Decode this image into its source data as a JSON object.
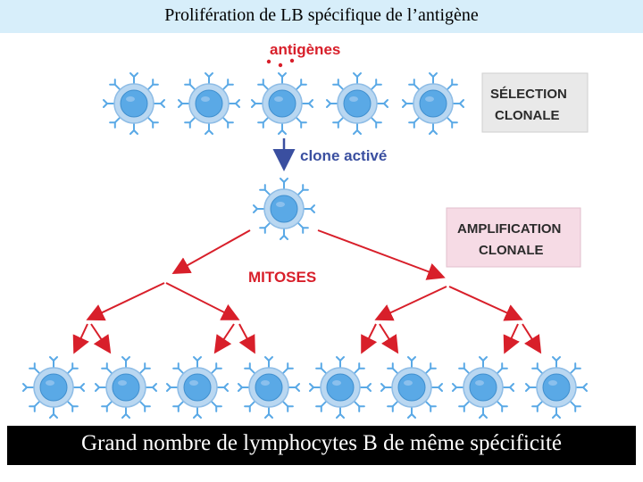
{
  "title": "Prolifération de LB spécifique de l’antigène",
  "diagram": {
    "antigens_label": "antigènes",
    "clone_label": "clone activé",
    "selection_box": [
      "SÉLECTION",
      "CLONALE"
    ],
    "amplification_box": [
      "AMPLIFICATION",
      "CLONALE"
    ],
    "mitoses_label": "MITOSES"
  },
  "caption": "Grand nombre de lymphocytes B de même spécificité",
  "colors": {
    "title_bar": "#d7eefa",
    "arrow_red": "#d81f2a",
    "label_blue": "#3a4fa0",
    "cell_nucleus": "#5aa9e6",
    "cell_membrane": "#b9d7f1",
    "selection_box_bg": "#e9e9e9",
    "amplification_box_bg": "#f6dbe5",
    "footer_bg": "#000000"
  },
  "icons": [
    "b-lymphocyte-icon",
    "antigen-dot-icon",
    "arrow-icon"
  ]
}
